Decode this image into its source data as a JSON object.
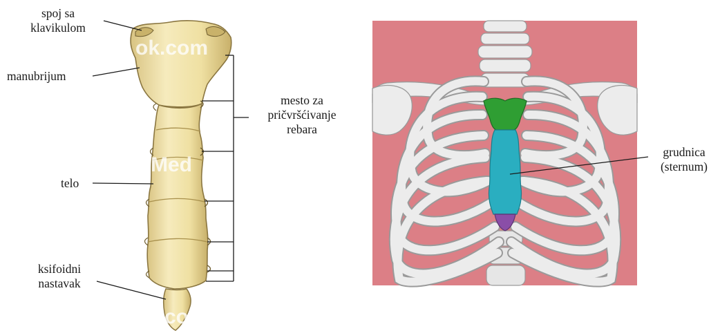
{
  "left_figure": {
    "labels": {
      "clavicle_joint_line1": "spoj sa",
      "clavicle_joint_line2": "klavikulom",
      "manubrium": "manubrijum",
      "rib_attachment_line1": "mesto za",
      "rib_attachment_line2": "pričvršćivanje",
      "rib_attachment_line3": "rebara",
      "body": "telo",
      "xiphoid_line1": "ksifoidni",
      "xiphoid_line2": "nastavak"
    },
    "colors": {
      "bone": "#f1e3a8",
      "bone_shadow": "#c9b26a",
      "bone_edge": "#8a7640"
    }
  },
  "right_figure": {
    "labels": {
      "sternum_line1": "grudnica",
      "sternum_line2": "(sternum)"
    },
    "colors": {
      "background": "#dc7f86",
      "ribs": "#ececec",
      "rib_shadow": "#a9a9a9",
      "manubrium": "#2f9e33",
      "body": "#2aaec0",
      "xiphoid": "#8a4ea7"
    }
  },
  "watermarks": [
    "ok.com",
    "Med",
    "co"
  ]
}
